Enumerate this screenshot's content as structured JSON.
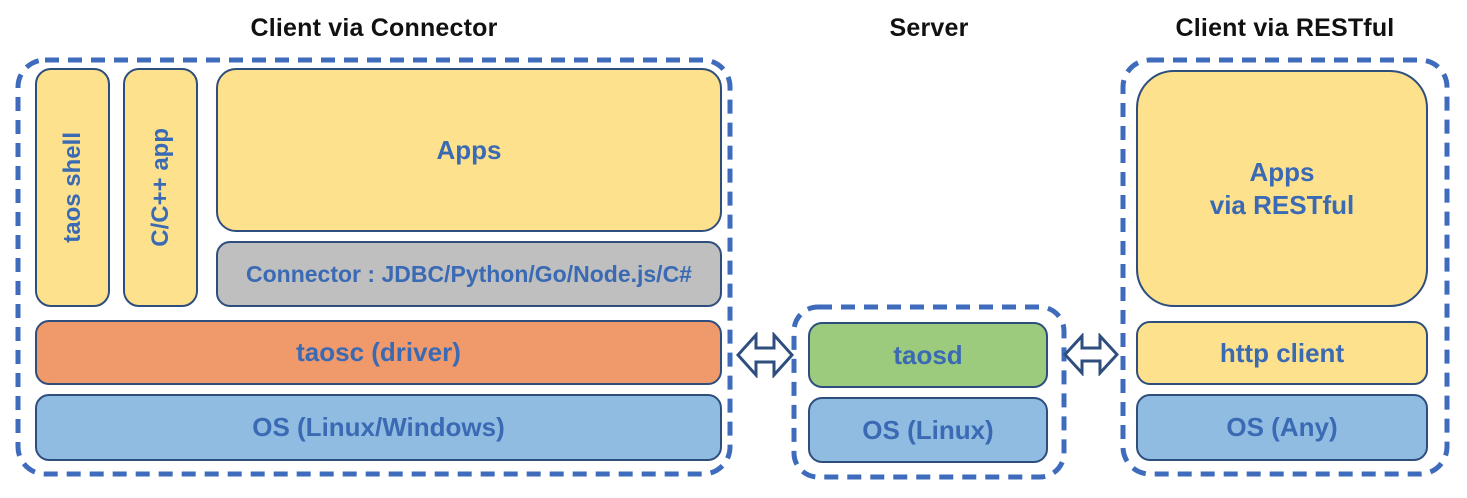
{
  "colors": {
    "dash_blue": "#3E6BBB",
    "box_border": "#2E4E7E",
    "label_blue": "#3A6AB4",
    "title_black": "#111111",
    "yellow": "#FDE18D",
    "orange": "#F0996A",
    "blue": "#91BCE2",
    "green": "#9CCB7E",
    "gray": "#BFBFBF",
    "arrow_fill": "#FFFFFF",
    "arrow_stroke": "#2E4E7E"
  },
  "sections": {
    "client_connector": {
      "title": "Client via Connector",
      "taos_shell": "taos shell",
      "cpp_app": "C/C++ app",
      "apps": "Apps",
      "connector": "Connector : JDBC/Python/Go/Node.js/C#",
      "taosc": "taosc (driver)",
      "os": "OS (Linux/Windows)"
    },
    "server": {
      "title": "Server",
      "taosd": "taosd",
      "os": "OS (Linux)"
    },
    "client_restful": {
      "title": "Client via RESTful",
      "apps_line1": "Apps",
      "apps_line2": "via RESTful",
      "http_client": "http client",
      "os": "OS (Any)"
    }
  }
}
